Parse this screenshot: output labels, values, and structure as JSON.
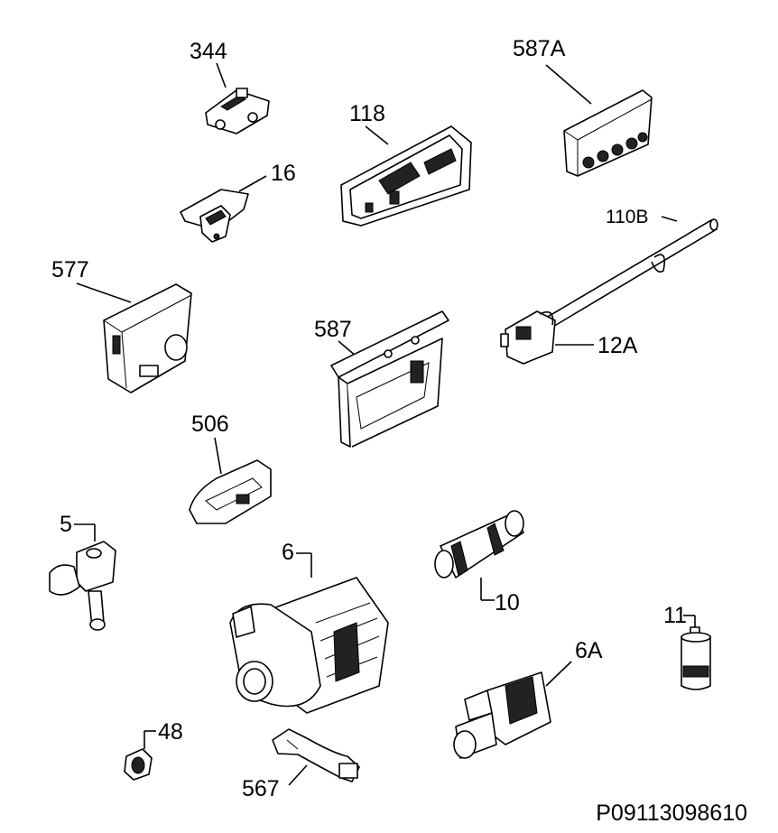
{
  "diagram": {
    "drawing_code": "P09113098610",
    "parts": [
      {
        "id": "p344",
        "label": "344"
      },
      {
        "id": "p118",
        "label": "118"
      },
      {
        "id": "p587A",
        "label": "587A"
      },
      {
        "id": "p16",
        "label": "16"
      },
      {
        "id": "p110B",
        "label": "110B"
      },
      {
        "id": "p577",
        "label": "577"
      },
      {
        "id": "p587",
        "label": "587"
      },
      {
        "id": "p12A",
        "label": "12A"
      },
      {
        "id": "p506",
        "label": "506"
      },
      {
        "id": "p5",
        "label": "5"
      },
      {
        "id": "p6",
        "label": "6"
      },
      {
        "id": "p10",
        "label": "10"
      },
      {
        "id": "p11",
        "label": "11"
      },
      {
        "id": "p6A",
        "label": "6A"
      },
      {
        "id": "p48",
        "label": "48"
      },
      {
        "id": "p567",
        "label": "567"
      }
    ]
  }
}
